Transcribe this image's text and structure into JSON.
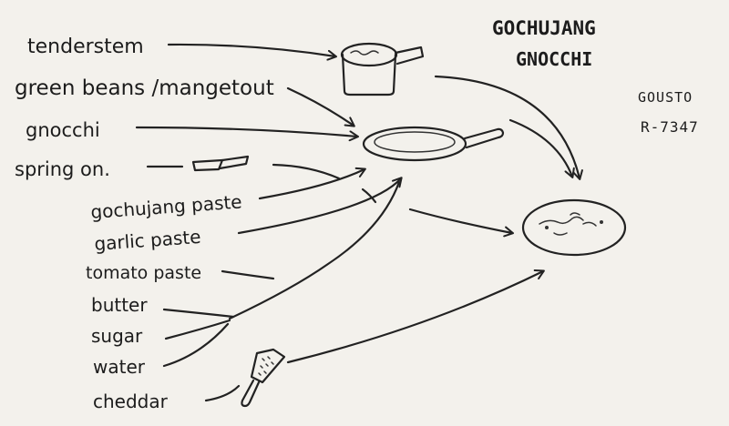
{
  "title": {
    "line1": "GOCHUJANG",
    "line2": "GNOCCHI"
  },
  "recipe_code": {
    "brand": "GOUSTO",
    "id": "R-7347"
  },
  "ingredients": {
    "tenderstem": "tenderstem",
    "green_beans": "green beans /mangetout",
    "gnocchi": "gnocchi",
    "spring_onion": "spring on.",
    "gochujang_paste": "gochujang paste",
    "garlic_paste": "garlic paste",
    "tomato_paste": "tomato paste",
    "butter": "butter",
    "sugar": "sugar",
    "water": "water",
    "cheddar": "cheddar"
  },
  "utensils": [
    "saucepan-icon",
    "frying-pan-icon",
    "knife-icon",
    "grater-icon",
    "bowl-icon"
  ]
}
